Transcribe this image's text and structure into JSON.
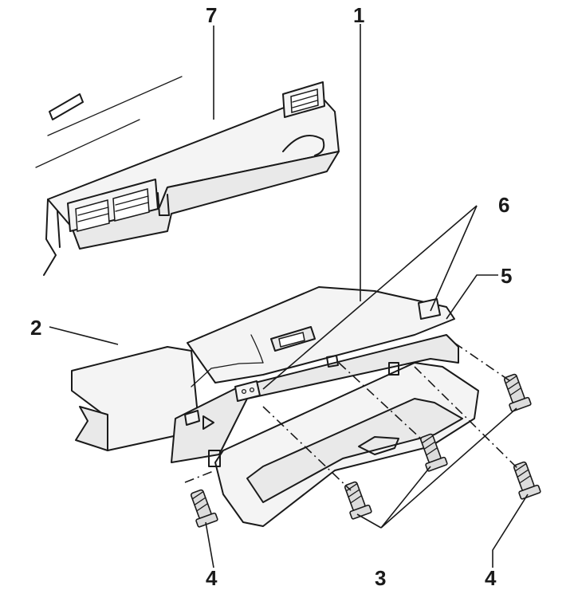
{
  "callouts": {
    "c1": "1",
    "c2": "2",
    "c3": "3",
    "c4_left": "4",
    "c4_right": "4",
    "c5": "5",
    "c6": "6",
    "c7": "7"
  }
}
